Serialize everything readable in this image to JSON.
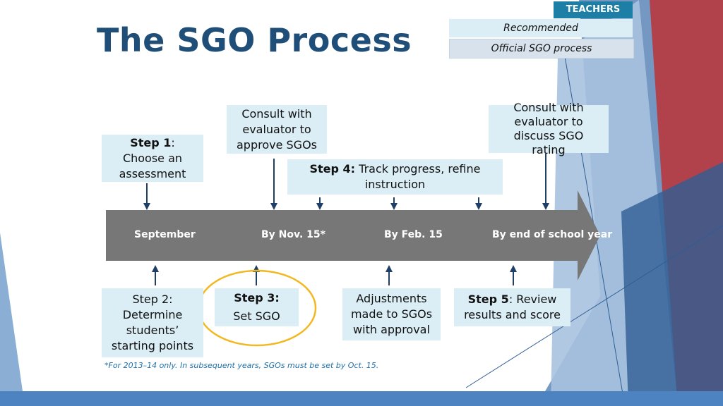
{
  "title": "The SGO Process",
  "badge": {
    "label": "TEACHERS"
  },
  "legend": [
    {
      "label": "Recommended"
    },
    {
      "label": "Official SGO process"
    }
  ],
  "top_cards": [
    {
      "bold": "Step 1",
      "rest_lines": [
        "Choose an",
        "assessment"
      ]
    },
    {
      "lines": [
        "Consult with",
        "evaluator to",
        "approve SGOs"
      ]
    },
    {
      "bold": "Step 4:",
      "text": " Track progress, refine instruction"
    },
    {
      "lines": [
        "Consult with",
        "evaluator to",
        "discuss SGO",
        "rating"
      ]
    }
  ],
  "timeline": {
    "labels": [
      "September",
      "By Nov. 15*",
      "By Feb. 15",
      "By end of school year"
    ]
  },
  "bottom_cards": [
    {
      "bold": "Step 2",
      "rest_lines": [
        "Determine",
        "students’",
        "starting points"
      ]
    },
    {
      "bold": "Step 3:",
      "text": "Set SGO"
    },
    {
      "lines": [
        "Adjustments",
        "made to SGOs",
        "with approval"
      ]
    },
    {
      "bold": "Step 5",
      "text": ": Review results and score"
    }
  ],
  "footnote": "*For 2013–14 only. In subsequent years, SGOs must be set by Oct. 15.",
  "colors": {
    "title": "#1f4e79",
    "card": "#dbeef6",
    "arrow_bar": "#777777",
    "badge": "#1e7fa6",
    "highlight_circle": "#f2b821"
  }
}
